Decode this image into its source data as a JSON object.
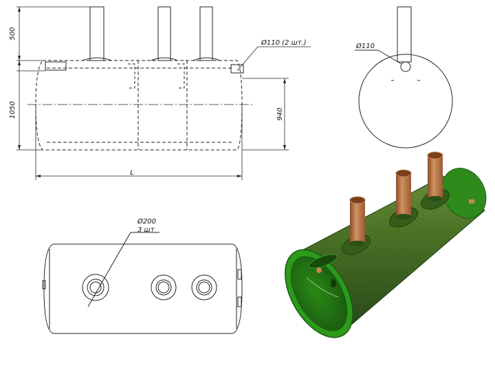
{
  "dimensions": {
    "pipe_height": "500",
    "tank_height": "1050",
    "inlet_height": "940",
    "length": "L",
    "side_pipe_diameter": "Ø110 (2 шт.)",
    "end_pipe_diameter": "Ø110",
    "hatch_diameter": "Ø200",
    "hatch_count": "3 шт"
  },
  "colors": {
    "tank_body": "#3f6f1f",
    "tank_end": "#2f9a1c",
    "pipe": "#b8754a",
    "line": "#222222"
  }
}
